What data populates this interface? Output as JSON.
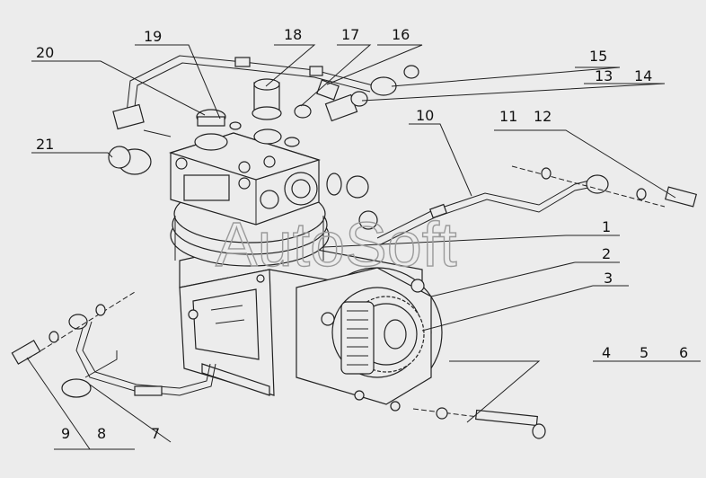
{
  "watermark": "AutoSoft",
  "callouts": [
    "1",
    "2",
    "3",
    "4",
    "5",
    "6",
    "7",
    "8",
    "9",
    "10",
    "11",
    "12",
    "13",
    "14",
    "15",
    "16",
    "17",
    "18",
    "19",
    "20",
    "21"
  ]
}
